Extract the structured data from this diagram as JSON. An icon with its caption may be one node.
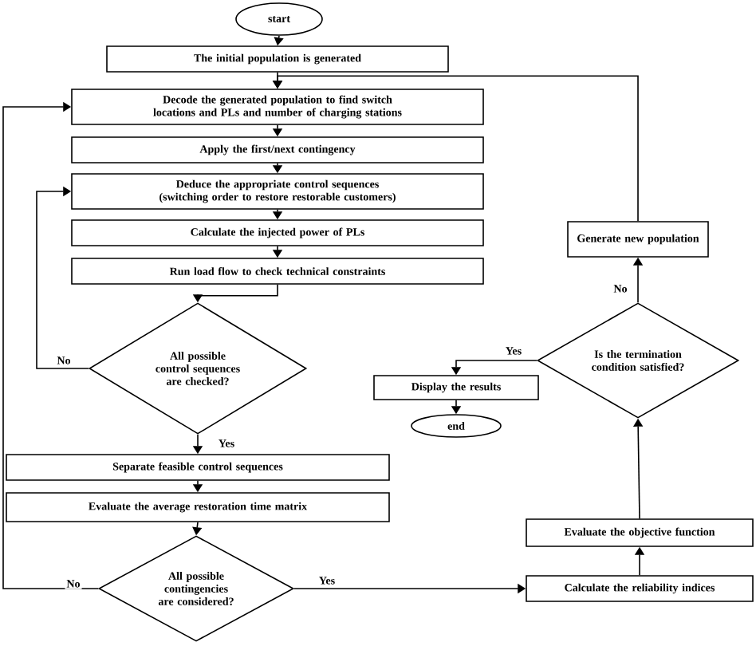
{
  "diagram": {
    "nodes": [
      {
        "text": [
          "start"
        ]
      },
      {
        "text": [
          "The initial population is generated"
        ]
      },
      {
        "text": [
          "Decode the generated population to find switch locations and PLs and number of charging stations"
        ]
      },
      {
        "text": [
          "Apply the first/next contingency"
        ]
      },
      {
        "text": [
          "Deduce the appropriate control sequences (switching order to restore restorable customers)"
        ]
      },
      {
        "text": [
          "Calculate the injected power of PLs"
        ]
      },
      {
        "text": [
          "Run load flow to check technical constraints"
        ]
      },
      {
        "text": [
          "All possible control sequences are checked?"
        ]
      },
      {
        "text": [
          "Separate feasible control sequences"
        ]
      },
      {
        "text": [
          "Evaluate the average restoration time matrix"
        ]
      },
      {
        "text": [
          "All possible contingencies are considered?"
        ]
      },
      {
        "text": [
          "Calculate the reliability indices"
        ]
      },
      {
        "text": [
          "Evaluate the objective function"
        ]
      },
      {
        "text": [
          "Is the termination condition satisfied?"
        ]
      },
      {
        "text": [
          "Display the results"
        ]
      },
      {
        "text": [
          "end"
        ]
      },
      {
        "text": [
          "Generate new population"
        ]
      }
    ],
    "edges": [
      {
        "from": 0,
        "to": 1,
        "arrow": "to"
      },
      {
        "from": 1,
        "to": 2,
        "arrow": "to"
      },
      {
        "from": 2,
        "to": 3,
        "arrow": "to"
      },
      {
        "from": 3,
        "to": 4,
        "arrow": "to"
      },
      {
        "from": 4,
        "to": 5,
        "arrow": "to"
      },
      {
        "from": 5,
        "to": 6,
        "arrow": "to"
      },
      {
        "from": 6,
        "to": 7,
        "arrow": "to"
      },
      {
        "from": 7,
        "to": 4,
        "arrow": "to",
        "label": "No"
      },
      {
        "from": 7,
        "to": 8,
        "arrow": "to",
        "label": "Yes"
      },
      {
        "from": 8,
        "to": 9,
        "arrow": "to"
      },
      {
        "from": 9,
        "to": 10,
        "arrow": "to"
      },
      {
        "from": 10,
        "to": 2,
        "arrow": "to",
        "label": "No"
      },
      {
        "from": 10,
        "to": 11,
        "arrow": "to",
        "label": "Yes"
      },
      {
        "from": 11,
        "to": 12,
        "arrow": "to"
      },
      {
        "from": 12,
        "to": 13,
        "arrow": "to"
      },
      {
        "from": 13,
        "to": 14,
        "arrow": "to",
        "label": "Yes"
      },
      {
        "from": 14,
        "to": 15,
        "arrow": "to"
      },
      {
        "from": 13,
        "to": 16,
        "arrow": "to",
        "label": "No"
      },
      {
        "from": 16,
        "to": 2,
        "arrow": "to"
      }
    ]
  }
}
